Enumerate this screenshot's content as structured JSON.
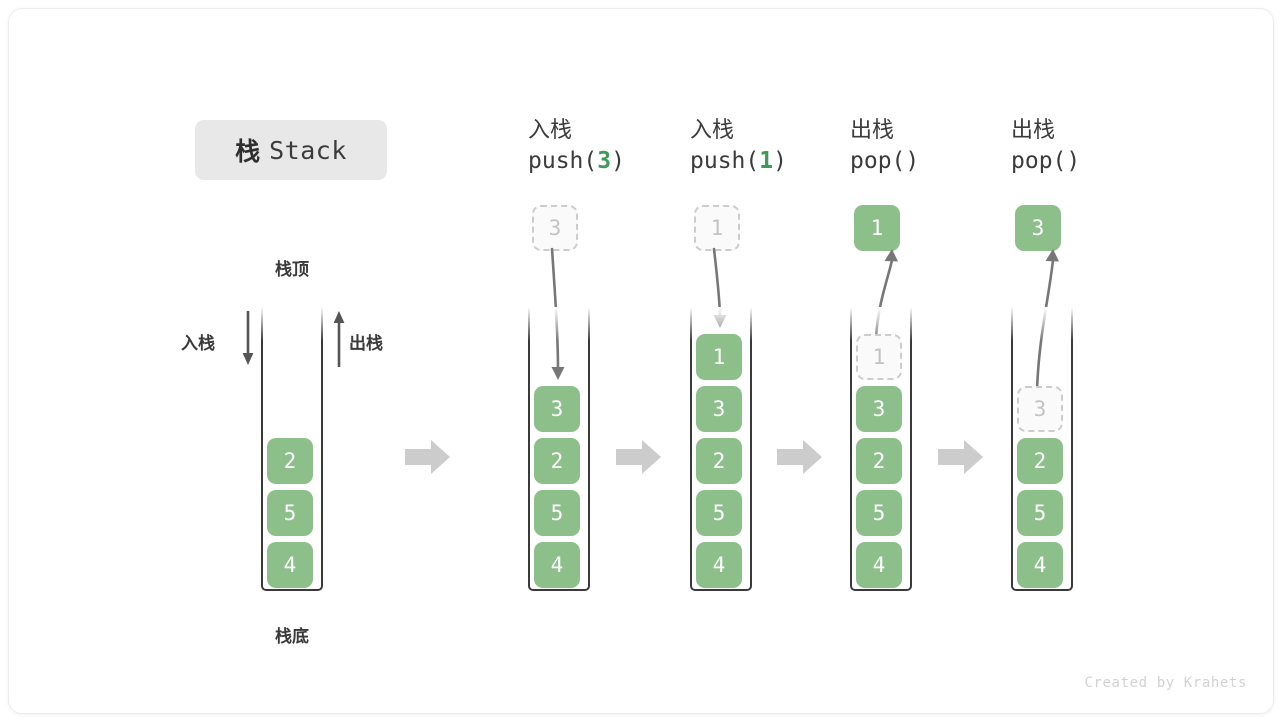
{
  "diagram": {
    "title_cn": "栈",
    "title_en": "Stack",
    "bottom_watermark": "Created by Krahets",
    "accent_green": "#8dbf8a",
    "accent_green_text": "#3f9a55",
    "ghost_gray": "#c3c3c3",
    "frame_dark": "#3a3a3a",
    "block_arrow_gray": "#cccccc"
  },
  "intro": {
    "top_label": "栈顶",
    "bottom_label": "栈底",
    "push_label": "入栈",
    "pop_label": "出栈",
    "push_arrow_icon": "arrow-down-icon",
    "pop_arrow_icon": "arrow-up-icon",
    "stack_values": [
      "2",
      "5",
      "4"
    ],
    "capacity": 6
  },
  "steps": [
    {
      "id": "push-3",
      "header_cn": "入栈",
      "header_code_prefix": "push(",
      "header_code_value": "3",
      "header_code_suffix": ")",
      "operation": "push",
      "floating_value": "3",
      "floating_style": "ghost",
      "arrow_direction": "down",
      "stack_values": [
        "3",
        "2",
        "5",
        "4"
      ],
      "ghost_index": null,
      "capacity": 6
    },
    {
      "id": "push-1",
      "header_cn": "入栈",
      "header_code_prefix": "push(",
      "header_code_value": "1",
      "header_code_suffix": ")",
      "operation": "push",
      "floating_value": "1",
      "floating_style": "ghost",
      "arrow_direction": "down",
      "stack_values": [
        "1",
        "3",
        "2",
        "5",
        "4"
      ],
      "ghost_index": null,
      "capacity": 6
    },
    {
      "id": "pop-1",
      "header_cn": "出栈",
      "header_code_prefix": "pop(",
      "header_code_value": "",
      "header_code_suffix": ")",
      "operation": "pop",
      "floating_value": "1",
      "floating_style": "filled",
      "arrow_direction": "up",
      "stack_values": [
        "1",
        "3",
        "2",
        "5",
        "4"
      ],
      "ghost_index": 0,
      "capacity": 6
    },
    {
      "id": "pop-3",
      "header_cn": "出栈",
      "header_code_prefix": "pop(",
      "header_code_value": "",
      "header_code_suffix": ")",
      "operation": "pop",
      "floating_value": "3",
      "floating_style": "filled",
      "arrow_direction": "up",
      "stack_values": [
        "",
        "3",
        "2",
        "5",
        "4"
      ],
      "ghost_index": 1,
      "capacity": 6
    }
  ],
  "separators": [
    "block-arrow-right-icon",
    "block-arrow-right-icon",
    "block-arrow-right-icon",
    "block-arrow-right-icon"
  ]
}
